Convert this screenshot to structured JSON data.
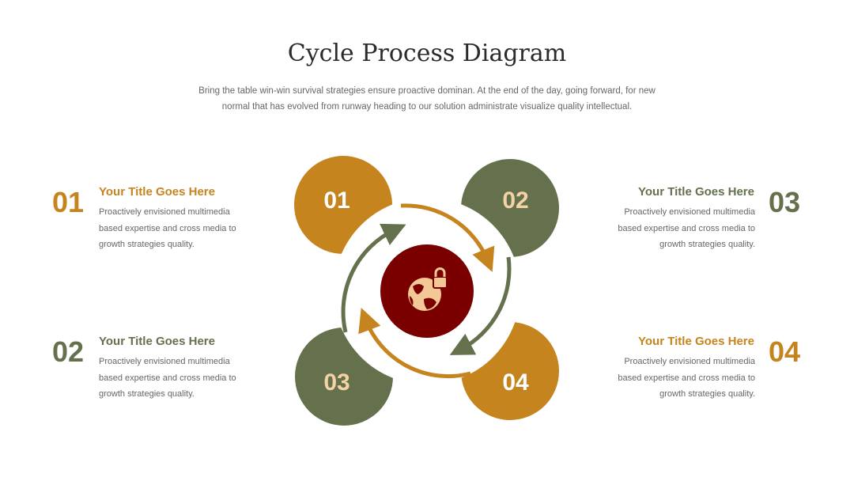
{
  "slide": {
    "title": "Cycle Process Diagram",
    "subtitle": "Bring the table win-win survival strategies ensure proactive dominan. At the end of the day, going forward, for new normal that has evolved from runway heading to our solution administrate visualize quality intellectual."
  },
  "colors": {
    "gold": "#c6841f",
    "olive": "#65704d",
    "center": "#7a0000",
    "icon": "#f3c896",
    "petal_text_light": "#ffffff",
    "petal_text_cream": "#f3d3a4"
  },
  "items": [
    {
      "number": "01",
      "title": "Your Title Goes Here",
      "text": "Proactively envisioned multimedia based expertise and cross media to growth strategies quality.",
      "color": "gold"
    },
    {
      "number": "02",
      "title": "Your Title Goes Here",
      "text": "Proactively envisioned multimedia based expertise and cross media to growth strategies quality.",
      "color": "olive"
    },
    {
      "number": "03",
      "title": "Your Title Goes Here",
      "text": "Proactively envisioned multimedia based expertise and cross media to growth strategies quality.",
      "color": "olive"
    },
    {
      "number": "04",
      "title": "Your Title Goes Here",
      "text": "Proactively envisioned multimedia based expertise and cross media to growth strategies quality.",
      "color": "gold"
    }
  ],
  "diagram": {
    "petals": [
      "01",
      "02",
      "03",
      "04"
    ],
    "center_icon": "globe-lock-icon"
  }
}
